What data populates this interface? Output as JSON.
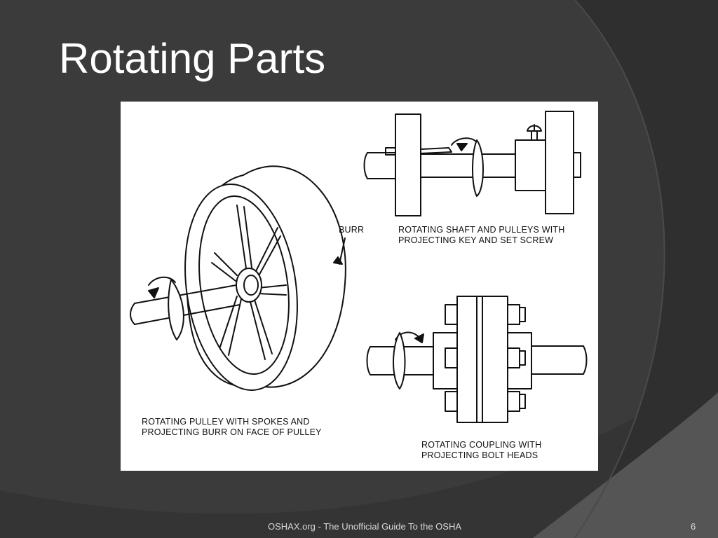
{
  "slide": {
    "title": "Rotating Parts",
    "footer": "OSHAX.org - The Unofficial Guide To the OSHA",
    "page_number": "6"
  },
  "figure": {
    "burr_label": "BURR",
    "shaft_caption": "ROTATING SHAFT AND PULLEYS WITH\nPROJECTING KEY AND SET SCREW",
    "pulley_caption": "ROTATING PULLEY WITH SPOKES AND\nPROJECTING BURR ON FACE OF PULLEY",
    "coupling_caption": "ROTATING COUPLING WITH\nPROJECTING BOLT HEADS"
  },
  "colors": {
    "background": "#3b3b3b",
    "arc_dark": "#2f2f2f",
    "arc_light": "#555555",
    "title_text": "#ffffff"
  }
}
